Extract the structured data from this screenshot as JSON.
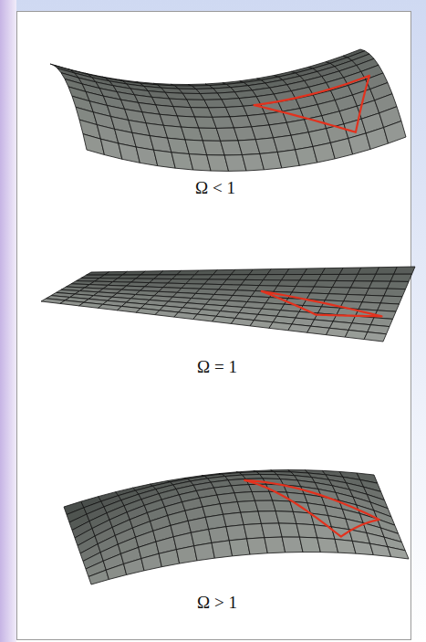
{
  "diagram": {
    "labels": [
      "Ω < 1",
      "Ω = 1",
      "Ω > 1"
    ]
  }
}
